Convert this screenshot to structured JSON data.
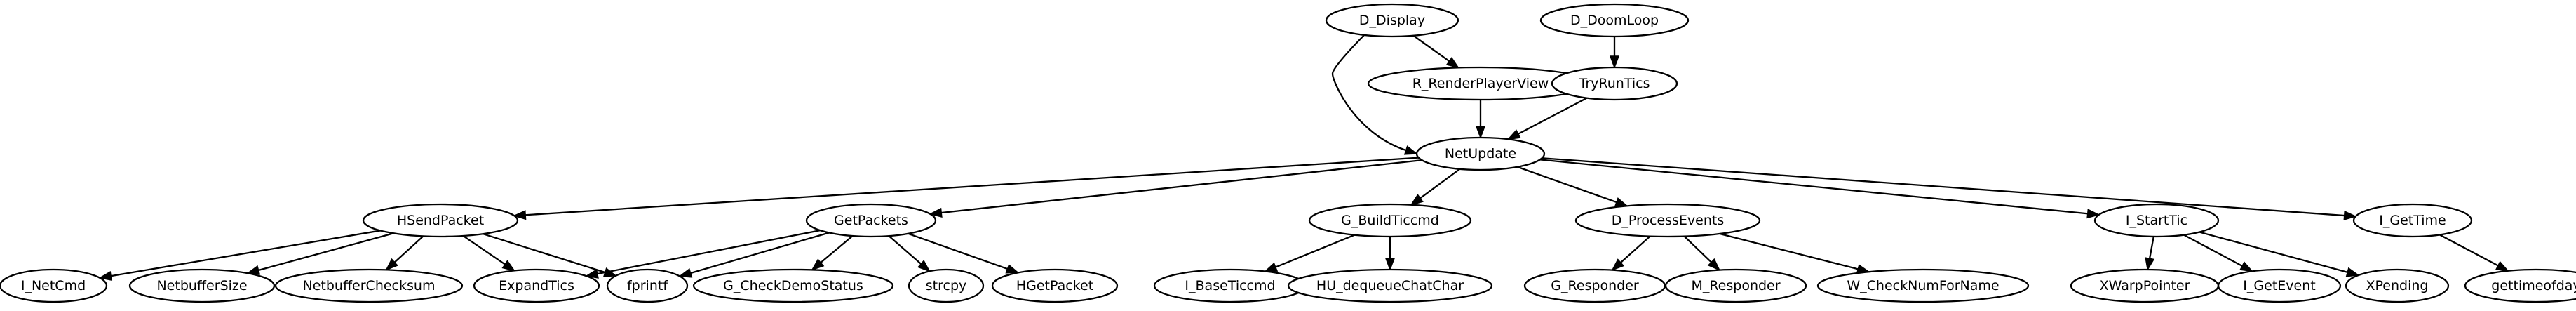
{
  "graph": {
    "nodes": [
      {
        "id": "D_Display",
        "label": "D_Display"
      },
      {
        "id": "D_DoomLoop",
        "label": "D_DoomLoop"
      },
      {
        "id": "R_RenderPlayerView",
        "label": "R_RenderPlayerView"
      },
      {
        "id": "TryRunTics",
        "label": "TryRunTics"
      },
      {
        "id": "NetUpdate",
        "label": "NetUpdate"
      },
      {
        "id": "HSendPacket",
        "label": "HSendPacket"
      },
      {
        "id": "GetPackets",
        "label": "GetPackets"
      },
      {
        "id": "G_BuildTiccmd",
        "label": "G_BuildTiccmd"
      },
      {
        "id": "D_ProcessEvents",
        "label": "D_ProcessEvents"
      },
      {
        "id": "I_StartTic",
        "label": "I_StartTic"
      },
      {
        "id": "I_GetTime",
        "label": "I_GetTime"
      },
      {
        "id": "I_NetCmd",
        "label": "I_NetCmd"
      },
      {
        "id": "NetbufferSize",
        "label": "NetbufferSize"
      },
      {
        "id": "NetbufferChecksum",
        "label": "NetbufferChecksum"
      },
      {
        "id": "ExpandTics",
        "label": "ExpandTics"
      },
      {
        "id": "fprintf",
        "label": "fprintf"
      },
      {
        "id": "G_CheckDemoStatus",
        "label": "G_CheckDemoStatus"
      },
      {
        "id": "strcpy",
        "label": "strcpy"
      },
      {
        "id": "HGetPacket",
        "label": "HGetPacket"
      },
      {
        "id": "I_BaseTiccmd",
        "label": "I_BaseTiccmd"
      },
      {
        "id": "HU_dequeueChatChar",
        "label": "HU_dequeueChatChar"
      },
      {
        "id": "G_Responder",
        "label": "G_Responder"
      },
      {
        "id": "M_Responder",
        "label": "M_Responder"
      },
      {
        "id": "W_CheckNumForName",
        "label": "W_CheckNumForName"
      },
      {
        "id": "XWarpPointer",
        "label": "XWarpPointer"
      },
      {
        "id": "I_GetEvent",
        "label": "I_GetEvent"
      },
      {
        "id": "XPending",
        "label": "XPending"
      },
      {
        "id": "gettimeofday",
        "label": "gettimeofday"
      }
    ],
    "edges": [
      {
        "from": "D_Display",
        "to": "R_RenderPlayerView"
      },
      {
        "from": "D_Display",
        "to": "NetUpdate"
      },
      {
        "from": "D_DoomLoop",
        "to": "TryRunTics"
      },
      {
        "from": "R_RenderPlayerView",
        "to": "NetUpdate"
      },
      {
        "from": "TryRunTics",
        "to": "NetUpdate"
      },
      {
        "from": "NetUpdate",
        "to": "HSendPacket"
      },
      {
        "from": "NetUpdate",
        "to": "GetPackets"
      },
      {
        "from": "NetUpdate",
        "to": "G_BuildTiccmd"
      },
      {
        "from": "NetUpdate",
        "to": "D_ProcessEvents"
      },
      {
        "from": "NetUpdate",
        "to": "I_StartTic"
      },
      {
        "from": "NetUpdate",
        "to": "I_GetTime"
      },
      {
        "from": "HSendPacket",
        "to": "I_NetCmd"
      },
      {
        "from": "HSendPacket",
        "to": "NetbufferSize"
      },
      {
        "from": "HSendPacket",
        "to": "NetbufferChecksum"
      },
      {
        "from": "HSendPacket",
        "to": "ExpandTics"
      },
      {
        "from": "HSendPacket",
        "to": "fprintf"
      },
      {
        "from": "GetPackets",
        "to": "ExpandTics"
      },
      {
        "from": "GetPackets",
        "to": "fprintf"
      },
      {
        "from": "GetPackets",
        "to": "G_CheckDemoStatus"
      },
      {
        "from": "GetPackets",
        "to": "strcpy"
      },
      {
        "from": "GetPackets",
        "to": "HGetPacket"
      },
      {
        "from": "G_BuildTiccmd",
        "to": "I_BaseTiccmd"
      },
      {
        "from": "G_BuildTiccmd",
        "to": "HU_dequeueChatChar"
      },
      {
        "from": "D_ProcessEvents",
        "to": "G_Responder"
      },
      {
        "from": "D_ProcessEvents",
        "to": "M_Responder"
      },
      {
        "from": "D_ProcessEvents",
        "to": "W_CheckNumForName"
      },
      {
        "from": "I_StartTic",
        "to": "XWarpPointer"
      },
      {
        "from": "I_StartTic",
        "to": "I_GetEvent"
      },
      {
        "from": "I_StartTic",
        "to": "XPending"
      },
      {
        "from": "I_GetTime",
        "to": "gettimeofday"
      }
    ]
  }
}
